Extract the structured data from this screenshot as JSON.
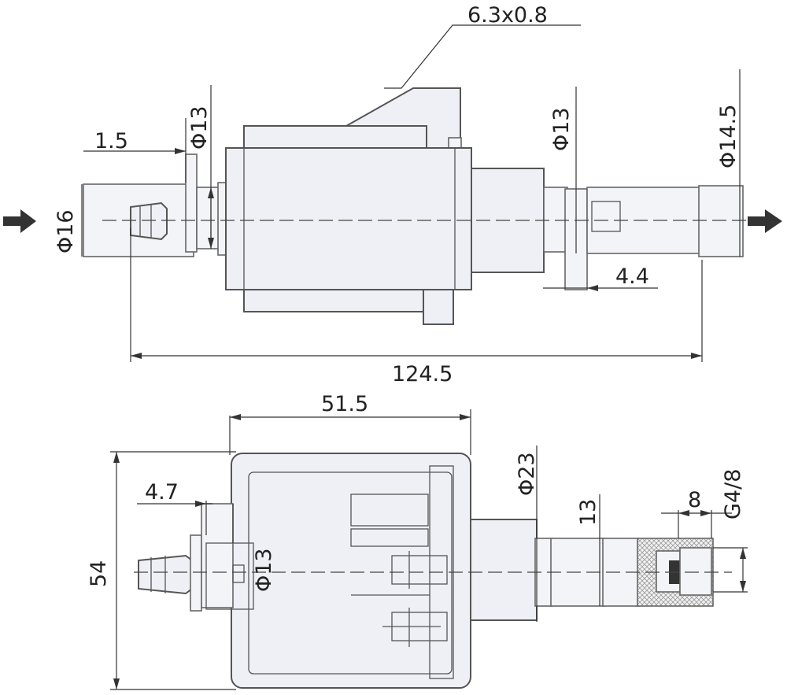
{
  "top_view": {
    "labels": {
      "terminal": "6.3x0.8",
      "inlet_step": "1.5",
      "inlet_dia": "Φ13",
      "inlet_pipe_dia": "Φ16",
      "outlet_dia": "Φ13",
      "outlet_pipe_dia": "Φ14.5",
      "outlet_len": "4.4",
      "total_len": "124.5"
    }
  },
  "side_view": {
    "labels": {
      "body_len": "51.5",
      "height": "54",
      "inlet_step": "4.7",
      "inlet_dia": "Φ13",
      "outlet_dia": "Φ23",
      "outlet_len": "13",
      "thread_len": "8",
      "thread": "G4/8"
    }
  },
  "colors": {
    "line": "#555555",
    "fill": "#eef0f6",
    "arrow": "#333333"
  }
}
